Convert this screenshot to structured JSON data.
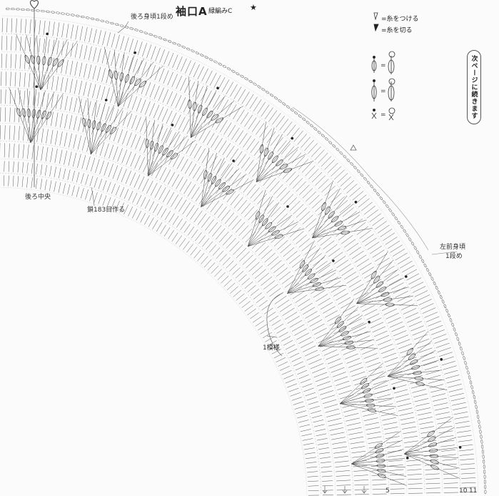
{
  "diagram": {
    "title": "袖口A",
    "yarn": "緑編みC",
    "star": "★"
  },
  "labels": {
    "back_row1": "後ろ身頃1段め",
    "back_center": "後ろ中央",
    "chain_start": "鎖183目作る",
    "left_front_row1": "左前身頃\n1段め",
    "left_front_line1": "左前身頃",
    "left_front_line2": "1段め",
    "repeat": "1模様",
    "continued": "次ページに続きます"
  },
  "legend": {
    "attach": "=糸をつける",
    "cut": "=糸を切る",
    "eq": "="
  },
  "bottom_numbers": [
    "5",
    "10",
    "11"
  ]
}
